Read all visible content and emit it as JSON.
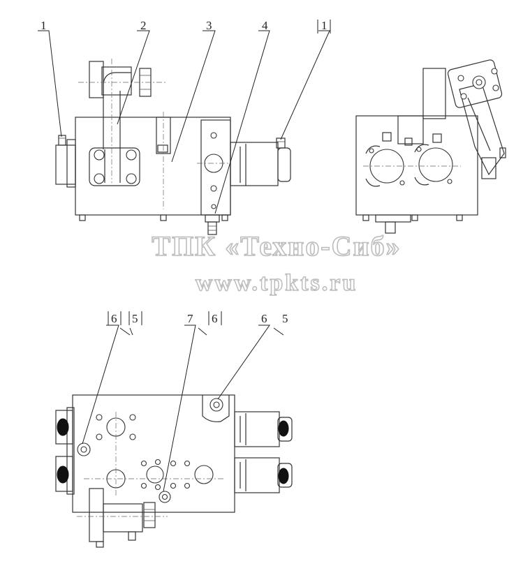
{
  "watermark": {
    "company": "ТПК «Техно-Сиб»",
    "website": "www.tpkts.ru"
  },
  "callouts_top": [
    "1",
    "2",
    "3",
    "4",
    "1"
  ],
  "callouts_bottom": [
    "6",
    "5",
    "7",
    "6",
    "6",
    "5"
  ],
  "colors": {
    "line": "#333333",
    "watermark_outline": "#bdbdbd",
    "background": "#ffffff"
  }
}
